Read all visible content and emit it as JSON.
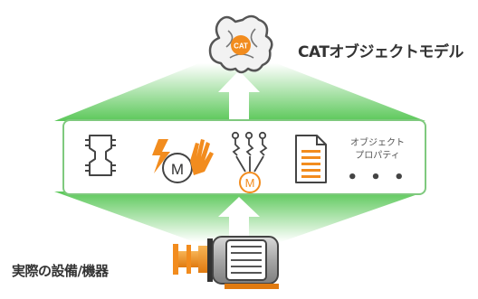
{
  "top_model": {
    "logo_text": "CAT",
    "label": "CATオブジェクトモデル"
  },
  "bottom": {
    "label": "実際の設備/機器"
  },
  "properties": {
    "line1": "オブジェクト",
    "line2": "プロパティ",
    "ellipsis": "• • •"
  },
  "icons": [
    {
      "name": "chip-icon"
    },
    {
      "name": "motor-fault-icon",
      "text": "M"
    },
    {
      "name": "motor-tree-icon",
      "text": "M"
    },
    {
      "name": "document-icon"
    }
  ],
  "colors": {
    "accent_orange": "#F28C1E",
    "green": "#5CC85A",
    "green_light": "#C9EDC7",
    "panel_border": "#7FC97E",
    "icon_gray": "#444444"
  }
}
